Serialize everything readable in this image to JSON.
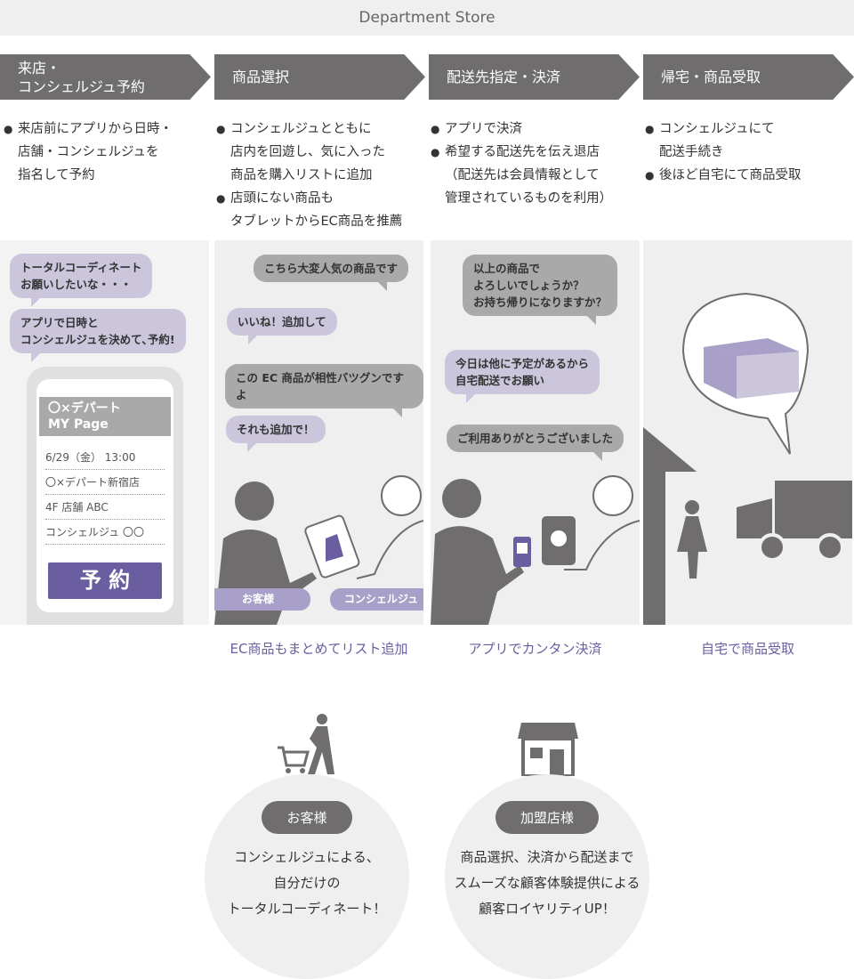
{
  "header": {
    "title": "Department Store"
  },
  "steps": [
    {
      "title": "来店・\nコンシェルジュ予約",
      "bullets": [
        [
          "来店前にアプリから日時・",
          "店舗・コンシェルジュを",
          "指名して予約"
        ]
      ]
    },
    {
      "title": "商品選択",
      "bullets": [
        [
          "コンシェルジュとともに",
          "店内を回遊し、気に入った",
          "商品を購入リストに追加"
        ],
        [
          "店頭にない商品も",
          "タブレットからEC商品を推薦"
        ]
      ]
    },
    {
      "title": "配送先指定・決済",
      "bullets": [
        [
          "アプリで決済"
        ],
        [
          "希望する配送先を伝え退店",
          "（配送先は会員情報として",
          "管理されているものを利用）"
        ]
      ]
    },
    {
      "title": "帰宅・商品受取",
      "bullets": [
        [
          "コンシェルジュにて",
          "配送手続き"
        ],
        [
          "後ほど自宅にて商品受取"
        ]
      ]
    }
  ],
  "panel1": {
    "bubbles": [
      "トータルコーディネート\nお願いしたいな・・・",
      "アプリで日時と\nコンシェルジュを決めて､予約!"
    ],
    "phone": {
      "title": "〇×デパート\nMY Page",
      "rows": [
        "6/29（金） 13:00",
        "〇×デパート新宿店",
        "4F 店舗 ABC",
        "コンシェルジュ 〇〇"
      ],
      "button": "予 約"
    }
  },
  "panel2": {
    "bubbles": [
      "こちら大変人気の商品です",
      "いいね！追加して",
      "この EC 商品が相性バツグンですよ",
      "それも追加で！"
    ],
    "tags": [
      "お客様",
      "コンシェルジュ"
    ],
    "caption": "EC商品もまとめてリスト追加"
  },
  "panel3": {
    "bubbles": [
      "以上の商品で\nよろしいでしょうか？\nお持ち帰りになりますか？",
      "今日は他に予定があるから\n自宅配送でお願い",
      "ご利用ありがとうございました"
    ],
    "caption": "アプリでカンタン決済"
  },
  "panel4": {
    "caption": "自宅で商品受取"
  },
  "benefits": [
    {
      "label": "お客様",
      "text": [
        "コンシェルジュによる、",
        "自分だけの",
        "トータルコーディネート！"
      ]
    },
    {
      "label": "加盟店様",
      "text": [
        "商品選択、決済から配送まで",
        "スムーズな顧客体験提供による",
        "顧客ロイヤリティUP！"
      ]
    }
  ],
  "colors": {
    "step": "#6f6d6e",
    "accent": "#6a5ea0",
    "bubble_purple": "#cbc6dc",
    "bubble_gray": "#a8a9a8"
  }
}
